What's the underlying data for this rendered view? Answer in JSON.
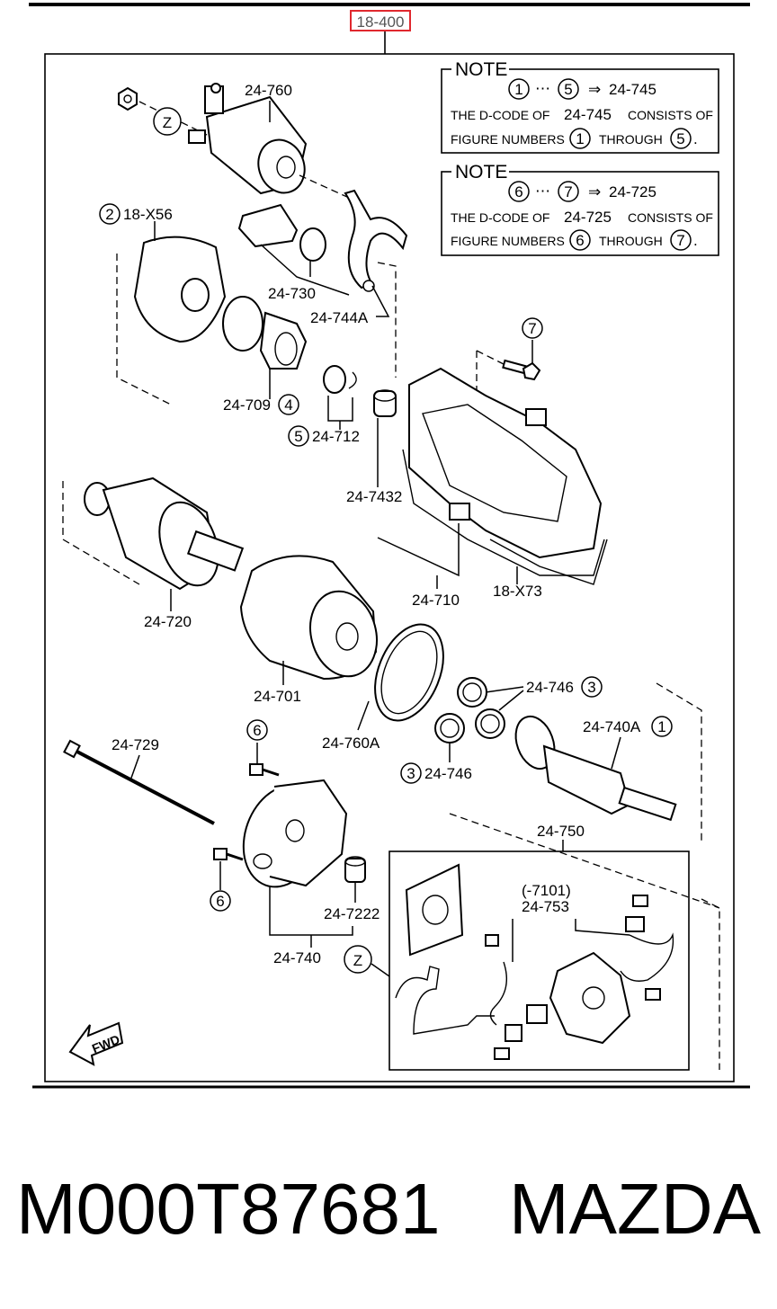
{
  "header": {
    "ref_code": "18-400"
  },
  "notes": [
    {
      "title": "NOTE",
      "range_from": "1",
      "range_to": "5",
      "target": "24-745",
      "line1_prefix": "THE D-CODE OF",
      "line1_code": "24-745",
      "line1_suffix": "CONSISTS OF",
      "line2_prefix": "FIGURE NUMBERS",
      "line2_from": "1",
      "line2_mid": "THROUGH",
      "line2_to": "5"
    },
    {
      "title": "NOTE",
      "range_from": "6",
      "range_to": "7",
      "target": "24-725",
      "line1_prefix": "THE D-CODE OF",
      "line1_code": "24-725",
      "line1_suffix": "CONSISTS OF",
      "line2_prefix": "FIGURE NUMBERS",
      "line2_from": "6",
      "line2_mid": "THROUGH",
      "line2_to": "7"
    }
  ],
  "parts": {
    "p24_760": "24-760",
    "z_top": "Z",
    "n2": "2",
    "p18_x56": "18-X56",
    "p24_730": "24-730",
    "p24_744a": "24-744A",
    "n7_top": "7",
    "p24_709": "24-709",
    "n4": "4",
    "n5": "5",
    "p24_712": "24-712",
    "p24_7432": "24-7432",
    "p24_720": "24-720",
    "p24_710": "24-710",
    "p18_x73": "18-X73",
    "p24_701": "24-701",
    "p24_760a": "24-760A",
    "p24_746_a": "24-746",
    "n3_a": "3",
    "p24_740a": "24-740A",
    "n1": "1",
    "n3_b": "3",
    "p24_746_b": "24-746",
    "p24_729": "24-729",
    "n6_a": "6",
    "n6_b": "6",
    "p24_750": "24-750",
    "p7101": "(-7101)",
    "p24_753": "24-753",
    "p24_7222": "24-7222",
    "p24_740": "24-740",
    "z_bottom": "Z",
    "fwd": "FWD"
  },
  "footer": {
    "part_number": "M000T87681",
    "brand": "MAZDA"
  },
  "colors": {
    "ref_box": "#e0282e"
  }
}
